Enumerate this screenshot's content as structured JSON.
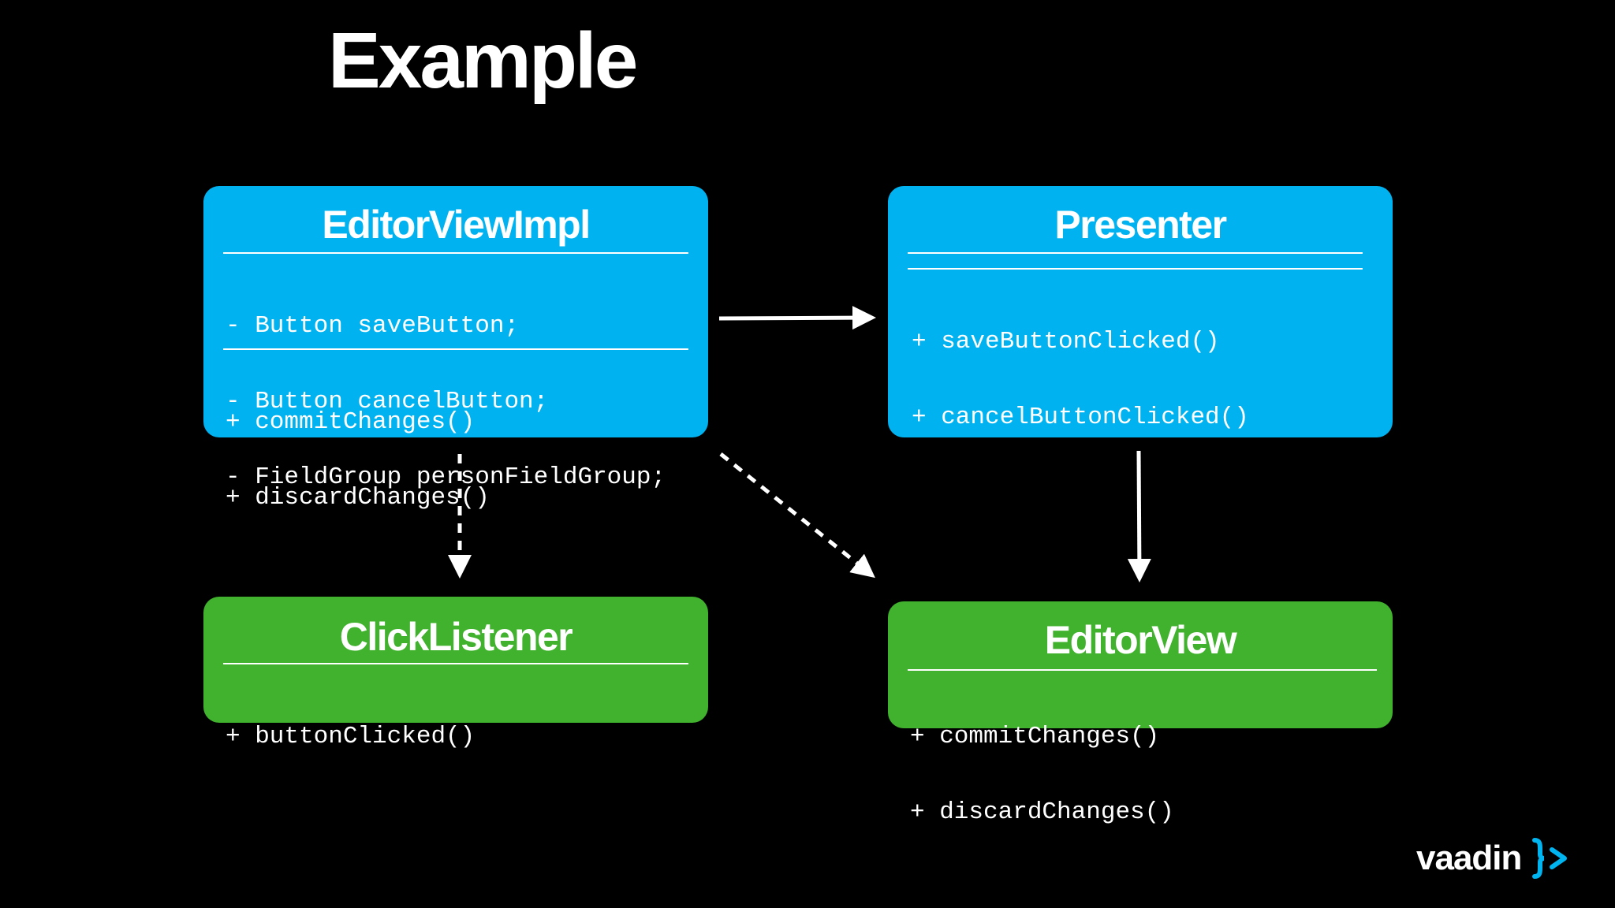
{
  "slide": {
    "title": "Example"
  },
  "classes": {
    "editor_view_impl": {
      "name": "EditorViewImpl",
      "fields": [
        "- Button saveButton;",
        "- Button cancelButton;",
        "- FieldGroup personFieldGroup;"
      ],
      "methods": [
        "+ commitChanges()",
        "+ discardChanges()"
      ]
    },
    "presenter": {
      "name": "Presenter",
      "fields": [],
      "methods": [
        "+ saveButtonClicked()",
        "+ cancelButtonClicked()"
      ]
    },
    "click_listener": {
      "name": "ClickListener",
      "methods": [
        "+ buttonClicked()"
      ]
    },
    "editor_view": {
      "name": "EditorView",
      "methods": [
        "+ commitChanges()",
        "+ discardChanges()"
      ]
    }
  },
  "relations": [
    {
      "from": "EditorViewImpl",
      "to": "Presenter",
      "style": "solid"
    },
    {
      "from": "Presenter",
      "to": "EditorView",
      "style": "solid"
    },
    {
      "from": "EditorViewImpl",
      "to": "ClickListener",
      "style": "dashed"
    },
    {
      "from": "EditorViewImpl",
      "to": "EditorView",
      "style": "dashed"
    }
  ],
  "logo": {
    "text": "vaadin"
  },
  "colors": {
    "background": "#000000",
    "interface_box": "#40b22d",
    "class_box": "#00b3f0",
    "text": "#ffffff",
    "logo_accent": "#00b4f0"
  }
}
